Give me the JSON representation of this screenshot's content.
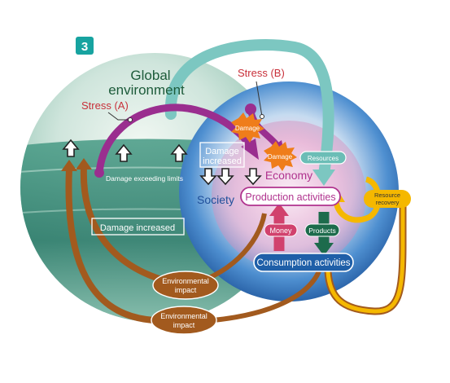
{
  "figure_number": "3",
  "labels": {
    "global_environment_line1": "Global",
    "global_environment_line2": "environment",
    "stress_a": "Stress (A)",
    "stress_b": "Stress (B)",
    "damage_1": "Damage",
    "damage_2": "Damage",
    "damage_increased_top_line1": "Damage",
    "damage_increased_top_line2": "increased",
    "damage_exceeding_limits": "Damage exceeding limits",
    "damage_increased_bottom": "Damage increased",
    "society": "Society",
    "economy": "Economy",
    "production_activities": "Production activities",
    "consumption_activities": "Consumption activities",
    "resources": "Resources",
    "resource_recovery_line1": "Resource",
    "resource_recovery_line2": "recovery",
    "money": "Money",
    "products": "Products",
    "environmental_impact_1_line1": "Environmental",
    "environmental_impact_1_line2": "impact",
    "environmental_impact_2_line1": "Environmental",
    "environmental_impact_2_line2": "impact"
  },
  "colors": {
    "badge_teal": "#17a3a0",
    "globe_green": "#4d9a84",
    "globe_blue": "#1f5fa8",
    "stress_purple": "#9a2e8f",
    "stress_red": "#c8303a",
    "resources_teal": "#72c2bd",
    "recovery_yellow": "#f5b800",
    "impact_brown": "#a25a1e",
    "money_pink": "#d1416d",
    "products_green": "#1d6b4c",
    "damage_orange": "#ef7d1a"
  }
}
